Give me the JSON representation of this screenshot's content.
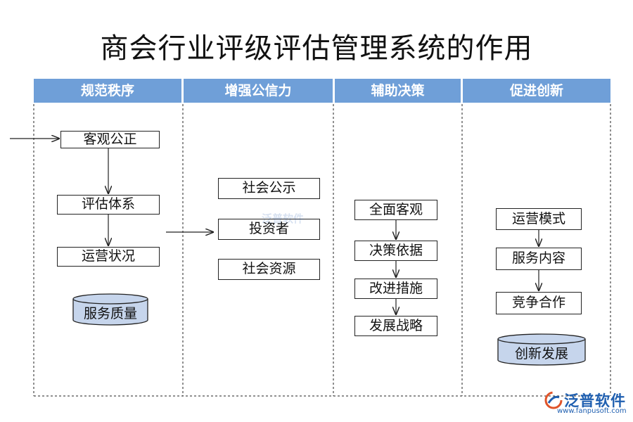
{
  "title": "商会行业评级评估管理系统的作用",
  "columns": [
    {
      "header": "规范秩序",
      "items": [
        "客观公正",
        "评估体系",
        "运营状况"
      ],
      "storage": "服务质量"
    },
    {
      "header": "增强公信力",
      "items": [
        "社会公示",
        "投资者",
        "社会资源"
      ]
    },
    {
      "header": "辅助决策",
      "items": [
        "全面客观",
        "决策依据",
        "改进措施",
        "发展战略"
      ]
    },
    {
      "header": "促进创新",
      "items": [
        "运营模式",
        "服务内容",
        "竞争合作"
      ],
      "storage": "创新发展"
    }
  ],
  "watermark": "泛普软件",
  "logo": {
    "name": "泛普软件",
    "url": "www.fanpusoft.com"
  }
}
